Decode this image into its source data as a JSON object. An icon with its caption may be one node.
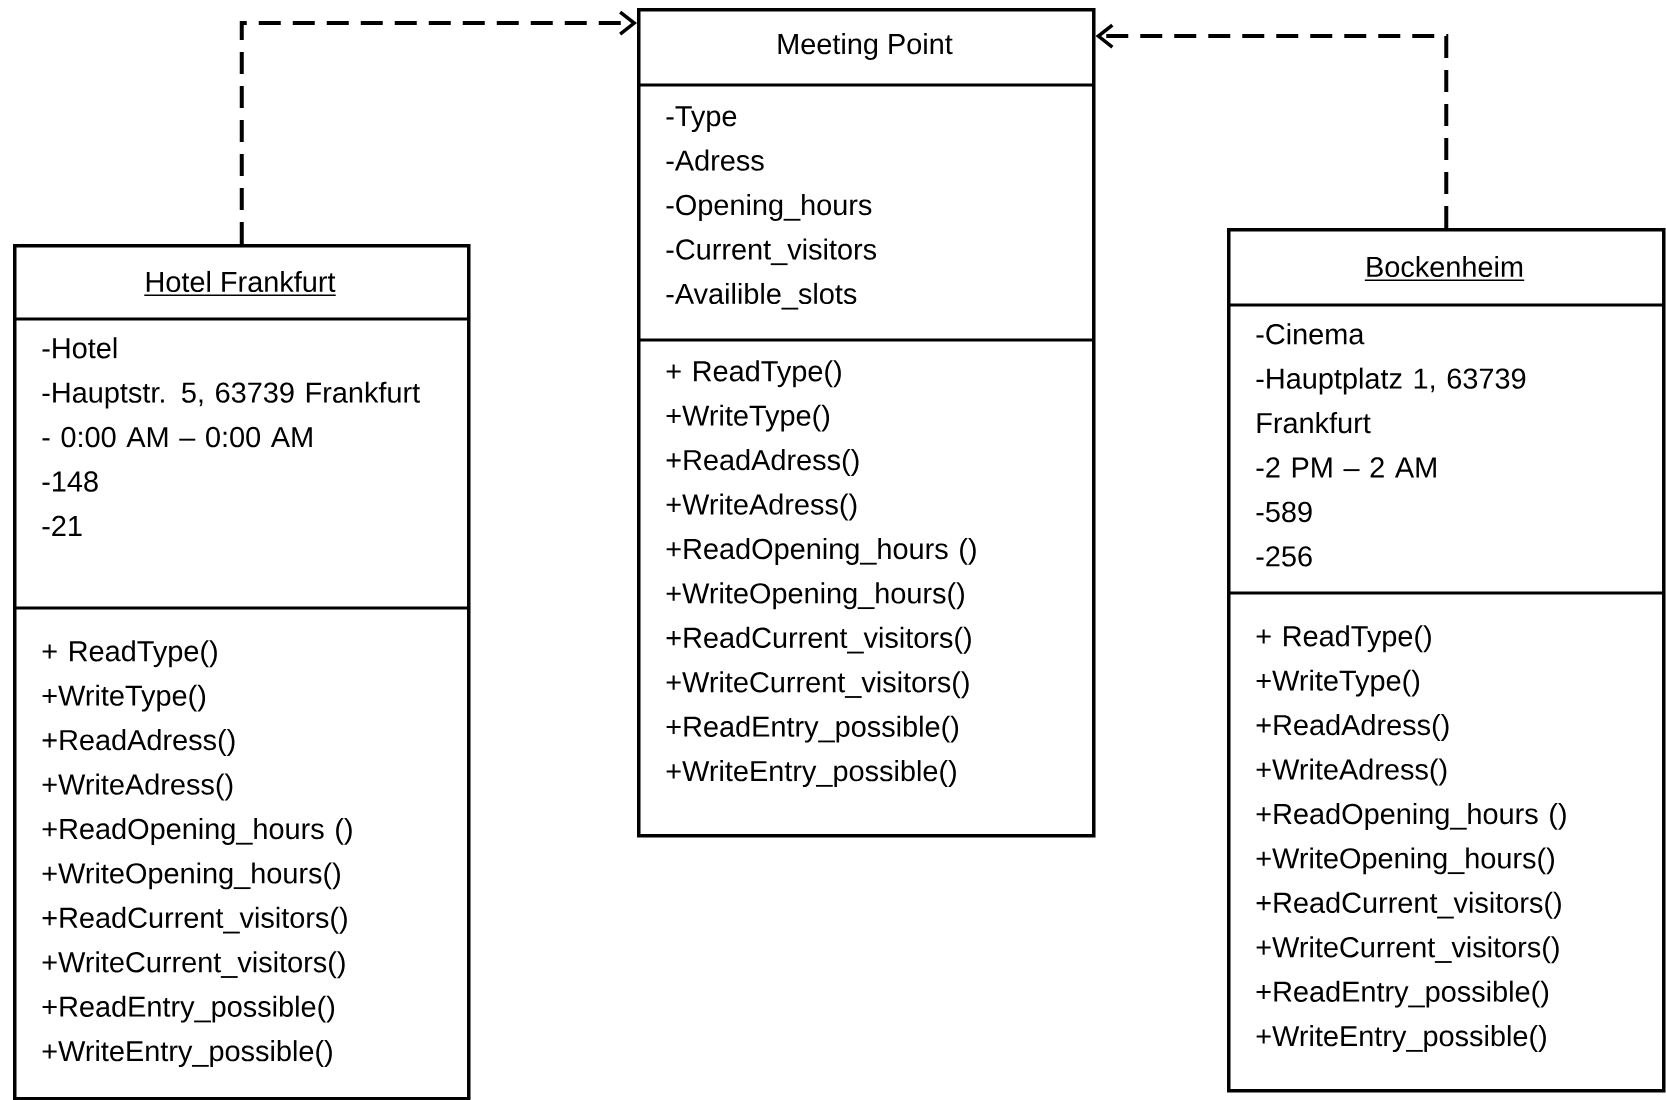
{
  "diagram": {
    "nodes": [
      {
        "text": [
          "Hotel Frankfurt",
          "-Hotel",
          "-Hauptstr. 5, 63739 Frankfurt",
          "- 0:00 AM – 0:00 AM",
          "-148",
          "-21",
          "+ ReadType()",
          "+WriteType()",
          "+ReadAdress()",
          "+WriteAdress()",
          "+ReadOpening_hours ()",
          "+WriteOpening_hours()",
          "+ReadCurrent_visitors()",
          "+WriteCurrent_visitors()",
          "+ReadEntry_possible()",
          "+WriteEntry_possible()"
        ]
      },
      {
        "text": [
          "Meeting Point",
          "-Type",
          "-Adress",
          "-Opening_hours",
          "-Current_visitors",
          "-Availible_slots",
          "+ ReadType()",
          "+WriteType()",
          "+ReadAdress()",
          "+WriteAdress()",
          "+ReadOpening_hours ()",
          "+WriteOpening_hours()",
          "+ReadCurrent_visitors()",
          "+WriteCurrent_visitors()",
          "+ReadEntry_possible()",
          "+WriteEntry_possible()"
        ]
      },
      {
        "text": [
          "Bockenheim",
          "-Cinema",
          "-Hauptplatz 1, 63739 Frankfurt",
          "-2 PM – 2 AM",
          "-589",
          "-256",
          "+ ReadType()",
          "+WriteType()",
          "+ReadAdress()",
          "+WriteAdress()",
          "+ReadOpening_hours ()",
          "+WriteOpening_hours()",
          "+ReadCurrent_visitors()",
          "+WriteCurrent_visitors()",
          "+ReadEntry_possible()",
          "+WriteEntry_possible()"
        ]
      }
    ],
    "edges": [
      {
        "from": 0,
        "to": 1,
        "arrow": "to",
        "style": "dashed"
      },
      {
        "from": 2,
        "to": 1,
        "arrow": "to",
        "style": "dashed"
      }
    ]
  }
}
